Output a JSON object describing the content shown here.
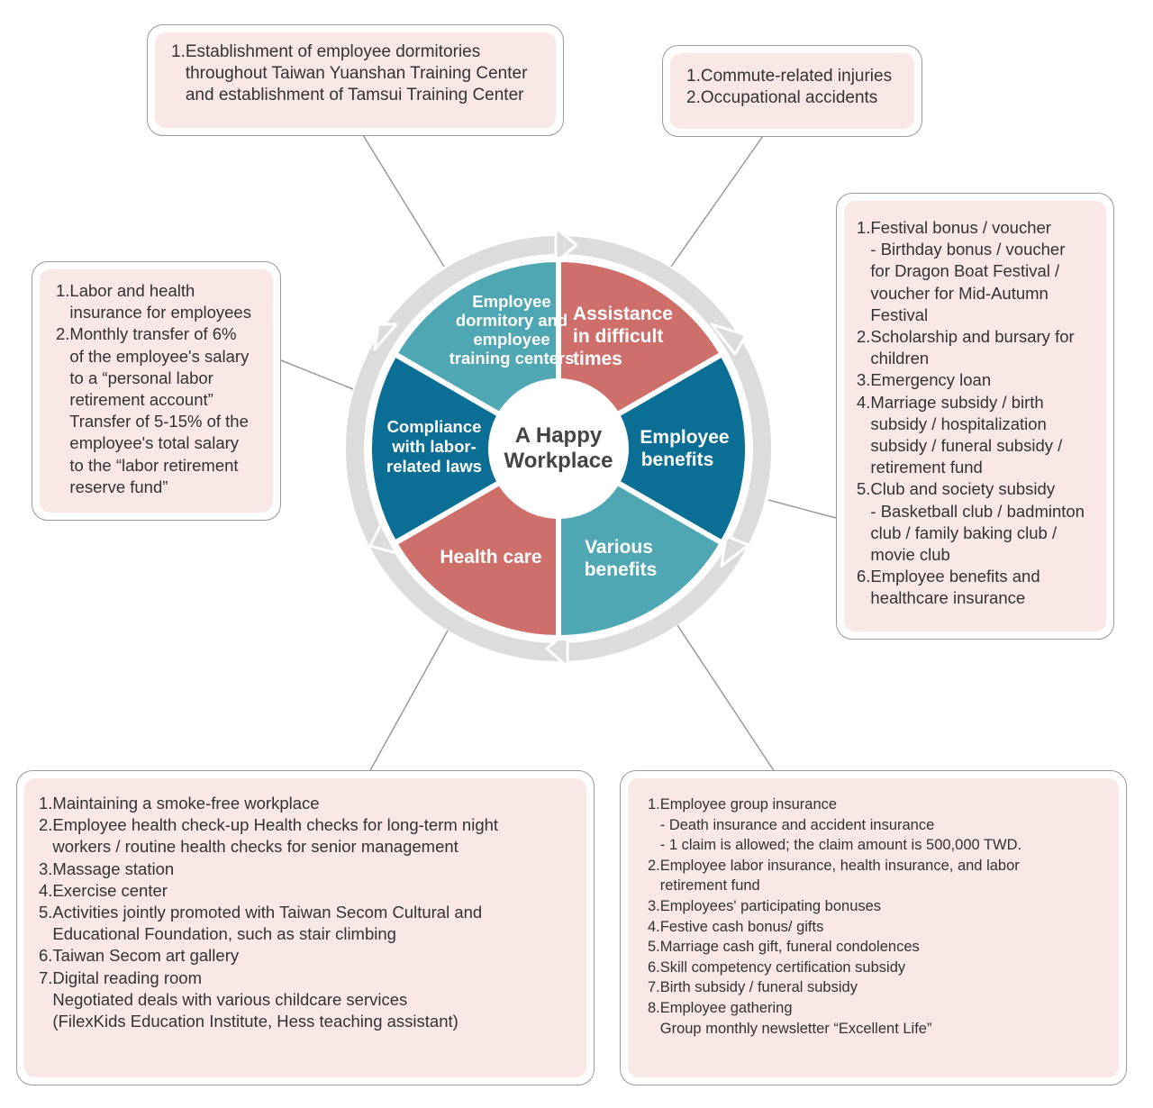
{
  "center": {
    "line1": "A Happy",
    "line2": "Workplace"
  },
  "segments": {
    "dormitory": [
      "Employee",
      "dormitory and",
      "employee",
      "training centers"
    ],
    "assistance": [
      "Assistance",
      "in difficult",
      "times"
    ],
    "benefits": [
      "Employee",
      "benefits"
    ],
    "various": [
      "Various",
      "benefits"
    ],
    "health": [
      "Health care"
    ],
    "compliance": [
      "Compliance",
      "with labor-",
      "related laws"
    ]
  },
  "colors": {
    "teal": "#4fa7b3",
    "red": "#cf6f6b",
    "blue": "#0a6e95",
    "ring": "#dcdcdc",
    "box_fill": "#f9e8e6"
  },
  "boxes": {
    "top": [
      "1.Establishment of employee dormitories",
      "   throughout Taiwan Yuanshan Training Center",
      "   and establishment of Tamsui Training Center"
    ],
    "topright": [
      "1.Commute-related injuries",
      "2.Occupational accidents"
    ],
    "left": [
      "1.Labor and health",
      "   insurance for employees",
      "2.Monthly transfer of 6%",
      "   of the employee's salary",
      "   to a “personal labor",
      "   retirement account”",
      "   Transfer of 5-15% of the",
      "   employee's total salary",
      "   to the “labor retirement",
      "   reserve fund”"
    ],
    "right": [
      "1.Festival bonus / voucher",
      "   - Birthday bonus / voucher",
      "   for Dragon Boat Festival /",
      "   voucher for Mid-Autumn",
      "   Festival",
      "2.Scholarship and bursary for",
      "   children",
      "3.Emergency loan",
      "4.Marriage subsidy / birth",
      "   subsidy / hospitalization",
      "   subsidy / funeral subsidy /",
      "   retirement fund",
      "5.Club and society subsidy",
      "   - Basketball club / badminton",
      "   club / family baking club /",
      "   movie club",
      "6.Employee benefits and",
      "   healthcare insurance"
    ],
    "bottom_left": [
      "1.Maintaining a smoke-free workplace",
      "2.Employee health check-up Health checks for long-term night",
      "   workers / routine health checks for senior management",
      "3.Massage station",
      "4.Exercise center",
      "5.Activities jointly promoted with Taiwan Secom Cultural and",
      "   Educational Foundation, such as stair climbing",
      "6.Taiwan Secom art gallery",
      "7.Digital reading room",
      "   Negotiated deals with various childcare services",
      "   (FilexKids Education Institute, Hess teaching assistant)"
    ],
    "bottom_right": [
      "1.Employee group insurance",
      "   - Death insurance and accident insurance",
      "   - 1 claim is allowed; the claim amount is 500,000 TWD.",
      "2.Employee labor insurance, health insurance, and labor",
      "   retirement fund",
      "3.Employees' participating bonuses",
      "4.Festive cash bonus/ gifts",
      "5.Marriage cash gift, funeral condolences",
      "6.Skill competency certification subsidy",
      "7.Birth subsidy / funeral subsidy",
      "8.Employee gathering",
      "   Group monthly newsletter “Excellent Life”"
    ]
  }
}
